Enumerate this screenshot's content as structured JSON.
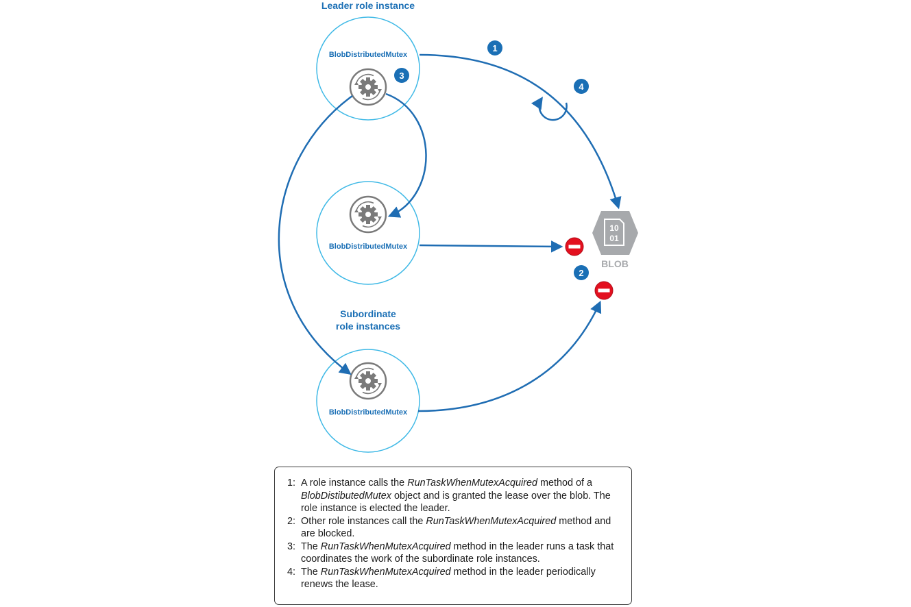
{
  "labels": {
    "leader": "Leader role instance",
    "subordinate_line1": "Subordinate",
    "subordinate_line2": "role instances",
    "mutex": "BlobDistributedMutex",
    "blob": "BLOB",
    "blob_icon_line1": "10",
    "blob_icon_line2": "01"
  },
  "steps": {
    "step1": "1",
    "step2": "2",
    "step3": "3",
    "step4": "4"
  },
  "legend": [
    {
      "num": "1:",
      "parts": [
        {
          "t": "A role instance calls the "
        },
        {
          "t": "RunTaskWhenMutexAcquired",
          "i": true
        },
        {
          "t": " method of a "
        },
        {
          "t": "BlobDistibutedMutex",
          "i": true
        },
        {
          "t": " object and is granted the lease over the blob. The role instance is elected the leader."
        }
      ]
    },
    {
      "num": "2:",
      "parts": [
        {
          "t": "Other role instances call the "
        },
        {
          "t": "RunTaskWhenMutexAcquired",
          "i": true
        },
        {
          "t": " method and are blocked."
        }
      ]
    },
    {
      "num": "3:",
      "parts": [
        {
          "t": "The "
        },
        {
          "t": "RunTaskWhenMutexAcquired",
          "i": true
        },
        {
          "t": " method in the leader runs a task that coordinates the work of the subordinate role instances."
        }
      ]
    },
    {
      "num": "4:",
      "parts": [
        {
          "t": "The "
        },
        {
          "t": "RunTaskWhenMutexAcquired",
          "i": true
        },
        {
          "t": " method in the leader periodically renews the lease."
        }
      ]
    }
  ],
  "colors": {
    "accent": "#1a6fb5",
    "circle": "#3fb9e6",
    "arrow": "#1f6db3",
    "gear": "#7a7a7a",
    "blocked": "#e3101f",
    "blob": "#a7a9ac"
  }
}
